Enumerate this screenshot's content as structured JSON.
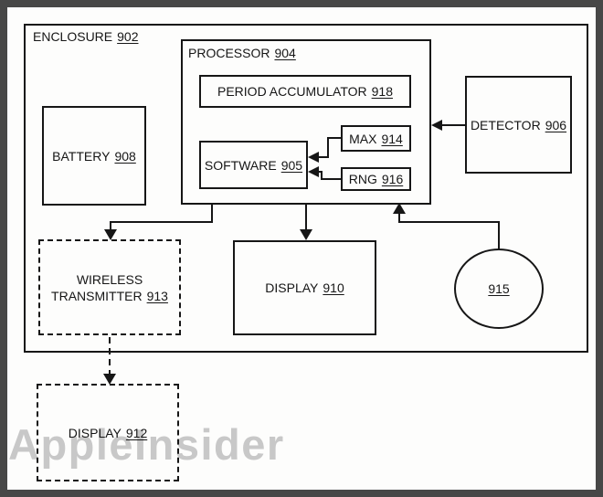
{
  "watermark": {
    "text": "AppleInsider",
    "color": "#c8c8c8"
  },
  "colors": {
    "line": "#161616",
    "photo_frame": "#474747",
    "paper": "#fdfdfc",
    "watermark": "#c8c8c8"
  },
  "nodes": {
    "enclosure": {
      "label": "ENCLOSURE",
      "number": "902"
    },
    "processor": {
      "label": "PROCESSOR",
      "number": "904"
    },
    "period_accumulator": {
      "label": "PERIOD ACCUMULATOR",
      "number": "918"
    },
    "software": {
      "label": "SOFTWARE",
      "number": "905"
    },
    "max": {
      "label": "MAX",
      "number": "914"
    },
    "rng": {
      "label": "RNG",
      "number": "916"
    },
    "battery": {
      "label": "BATTERY",
      "number": "908"
    },
    "detector": {
      "label": "DETECTOR",
      "number": "906"
    },
    "display_910": {
      "label": "DISPLAY",
      "number": "910"
    },
    "wireless_transmitter": {
      "label_line1": "WIRELESS",
      "label_line2": "TRANSMITTER",
      "number": "913"
    },
    "display_912": {
      "label": "DISPLAY",
      "number": "912"
    },
    "sensor_915": {
      "number": "915"
    }
  }
}
